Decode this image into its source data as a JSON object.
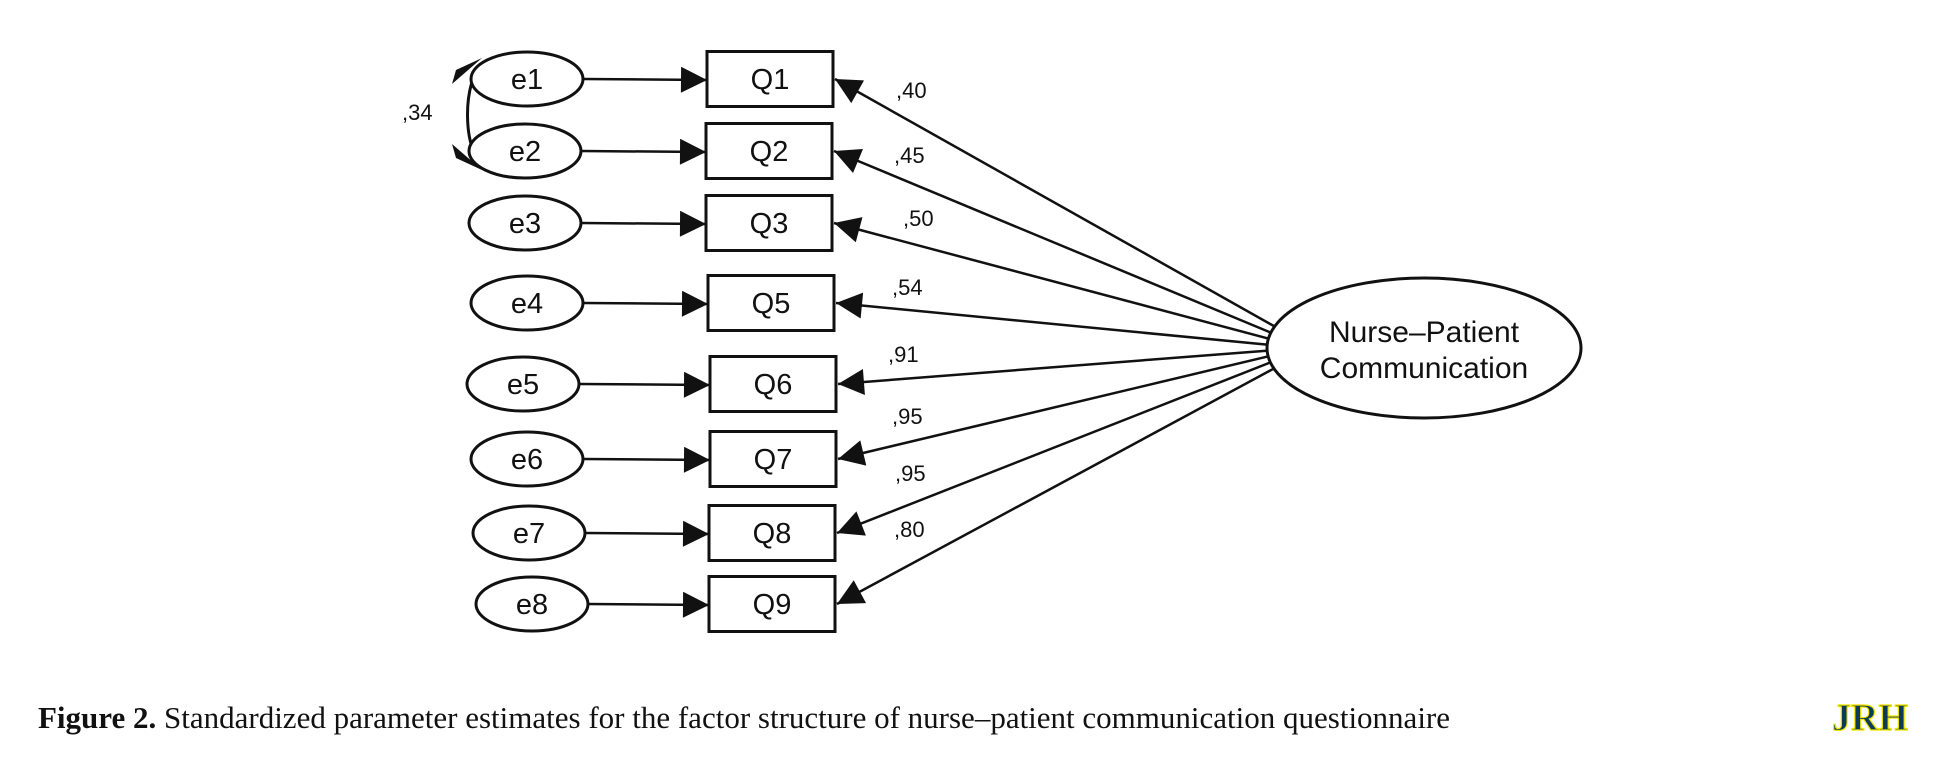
{
  "diagram": {
    "errors": [
      "e1",
      "e2",
      "e3",
      "e4",
      "e5",
      "e6",
      "e7",
      "e8"
    ],
    "items": [
      "Q1",
      "Q2",
      "Q3",
      "Q5",
      "Q6",
      "Q7",
      "Q8",
      "Q9"
    ],
    "latent": {
      "line1": "Nurse–Patient",
      "line2": "Communication"
    },
    "loadings": [
      ",40",
      ",45",
      ",50",
      ",54",
      ",91",
      ",95",
      ",95",
      ",80"
    ],
    "covariance": {
      "from": "e1",
      "to": "e2",
      "label": ",34"
    }
  },
  "caption": {
    "label": "Figure 2.",
    "text": "Standardized parameter estimates for the factor structure of nurse–patient communication questionnaire"
  },
  "logo": {
    "text": "JRH",
    "colors": {
      "primary": "#0c3b57",
      "accent": "#f2e600"
    }
  }
}
